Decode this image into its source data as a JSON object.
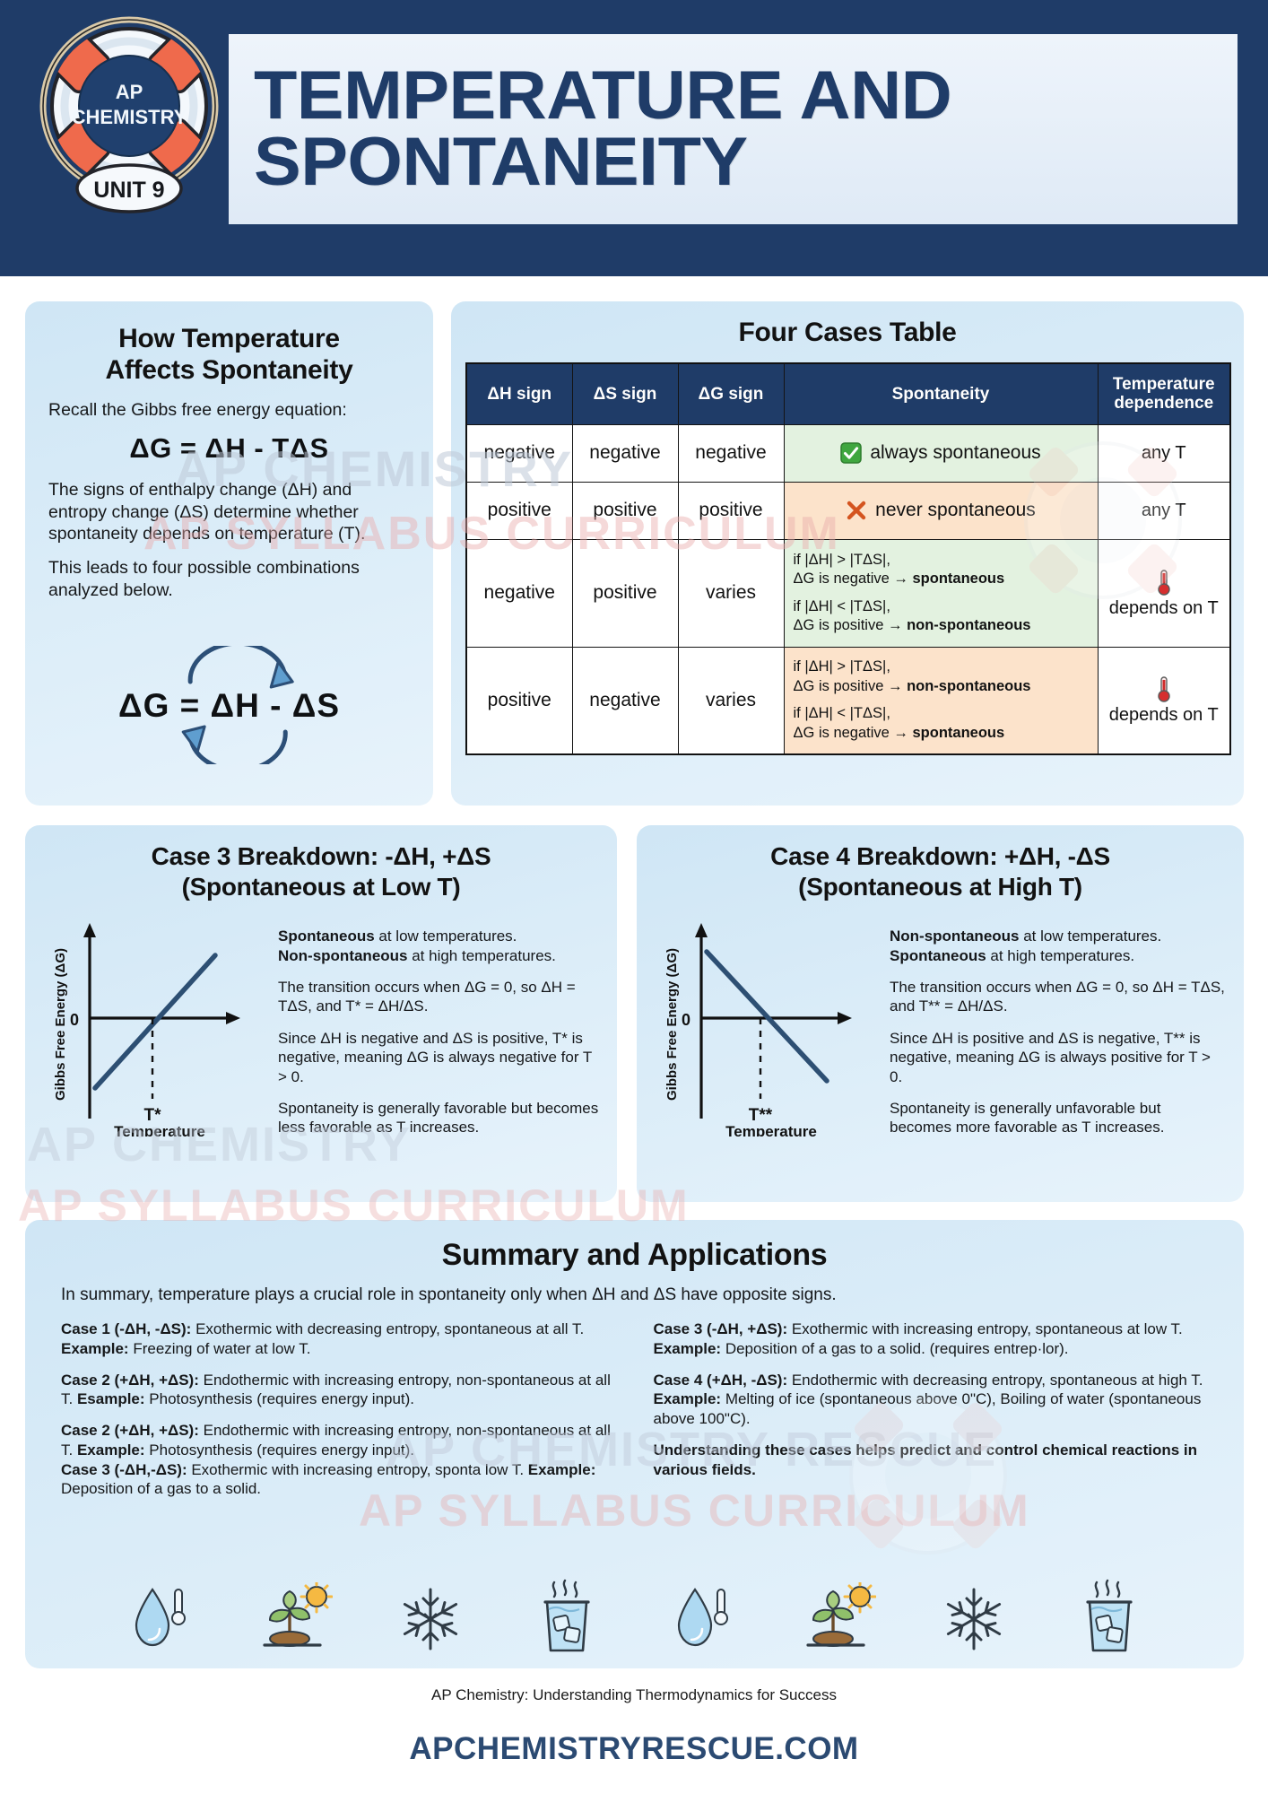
{
  "header": {
    "logo": {
      "line1": "AP",
      "line2": "CHEMISTRY",
      "unit": "UNIT 9"
    },
    "title_line1": "TEMPERATURE AND",
    "title_line2": "SPONTANEITY",
    "bg_color": "#1f3c68",
    "title_color": "#1f3c68"
  },
  "intro": {
    "title_line1": "How Temperature",
    "title_line2": "Affects Spontaneity",
    "recall": "Recall the Gibbs free energy equation:",
    "equation": "ΔG = ΔH - TΔS",
    "paragraph1": "The signs of enthalpy change (ΔH) and entropy change (ΔS) determine whether spontaneity depends on temperature (T).",
    "paragraph2": "This leads to four possible combinations analyzed below.",
    "cycle_equation": "ΔG = ΔH - ΔS"
  },
  "table": {
    "title": "Four Cases Table",
    "headers": [
      "ΔH sign",
      "ΔS sign",
      "ΔG sign",
      "Spontaneity",
      "Temperature dependence"
    ],
    "header_bg": "#1f3c68",
    "green_bg": "#e3f2e0",
    "orange_bg": "#fce3cb",
    "rows": [
      {
        "dh": "negative",
        "ds": "negative",
        "dg": "negative",
        "spont_icon": "check-icon",
        "spont_text": "always spontaneous",
        "spont_tone": "green",
        "tdep": "any T",
        "tdep_icon": null
      },
      {
        "dh": "positive",
        "ds": "positive",
        "dg": "positive",
        "spont_icon": "cross-icon",
        "spont_text": "never spontaneous",
        "spont_tone": "orange",
        "tdep": "any T",
        "tdep_icon": null
      },
      {
        "dh": "negative",
        "ds": "positive",
        "dg": "varies",
        "spont_tone": "green",
        "tdep": "depends on T",
        "tdep_icon": "thermometer-icon",
        "conditions": [
          {
            "cond": "if |ΔH| > |TΔS|,",
            "result_prefix": "ΔG is negative → ",
            "result_bold": "spontaneous"
          },
          {
            "cond": "if |ΔH| < |TΔS|,",
            "result_prefix": "ΔG is positive → ",
            "result_bold": "non-spontaneous"
          }
        ]
      },
      {
        "dh": "positive",
        "ds": "negative",
        "dg": "varies",
        "spont_tone": "orange",
        "tdep": "depends on T",
        "tdep_icon": "thermometer-icon",
        "conditions": [
          {
            "cond": "if |ΔH| > |TΔS|,",
            "result_prefix": "ΔG is positive → ",
            "result_bold": "non-spontaneous"
          },
          {
            "cond": "if |ΔH| < |TΔS|,",
            "result_prefix": "ΔG is negative → ",
            "result_bold": "spontaneous"
          }
        ]
      }
    ]
  },
  "case3": {
    "title_line1": "Case 3 Breakdown: -ΔH, +ΔS",
    "title_line2": "(Spontaneous at Low T)",
    "graph": {
      "ylabel": "Gibbs Free Energy (ΔG)",
      "xlabel": "Temperature",
      "zero_label": "0",
      "marker_label": "T*",
      "slope": "positive"
    },
    "notes": [
      {
        "bold1": "Spontaneous",
        "rest1": " at low temperatures.",
        "bold2": "Non-spontaneous",
        "rest2": " at high temperatures."
      },
      {
        "text": "The transition occurs when ΔG = 0, so ΔH = TΔS, and T* = ΔH/ΔS."
      },
      {
        "text": "Since ΔH is negative and ΔS is positive, T* is negative, meaning ΔG is always negative for T > 0."
      },
      {
        "text": "Spontaneity is generally favorable but becomes less favorable as T increases."
      }
    ]
  },
  "case4": {
    "title_line1": "Case 4 Breakdown: +ΔH, -ΔS",
    "title_line2": "(Spontaneous at High T)",
    "graph": {
      "ylabel": "Gibbs Free Energy (ΔG)",
      "xlabel": "Temperature",
      "zero_label": "0",
      "marker_label": "T**",
      "slope": "negative"
    },
    "notes": [
      {
        "bold1": "Non-spontaneous",
        "rest1": " at low temperatures.",
        "bold2": "Spontaneous",
        "rest2": " at high temperatures."
      },
      {
        "text": "The transition occurs when ΔG = 0, so ΔH = TΔS, and T** = ΔH/ΔS."
      },
      {
        "text": "Since ΔH is positive and ΔS is negative, T** is negative, meaning ΔG is always positive for T > 0."
      },
      {
        "text": "Spontaneity is generally unfavorable but becomes more favorable as T increases."
      }
    ]
  },
  "summary": {
    "title": "Summary and Applications",
    "intro": "In summary, temperature plays a crucial role in spontaneity only when ΔH and ΔS have opposite signs.",
    "left": [
      {
        "label": "Case 1 (-ΔH, -ΔS):",
        "body": " Exothermic with decreasing entropy, spontaneous at all T. ",
        "label2": "Example:",
        "body2": " Freezing of water at low T."
      },
      {
        "label": "Case 2 (+ΔH, +ΔS):",
        "body": " Endothermic with increasing entropy, non-spontaneous at all T. ",
        "label2": "Esample:",
        "body2": " Photosynthesis (requires energy input)."
      },
      {
        "label": "Case 2 (+ΔH, +ΔS):",
        "body": " Endothermic with increasing entropy, non-spontaneous at all T. ",
        "label2": "Example:",
        "body2": " Photosynthesis (requires energy input)."
      },
      {
        "label": "Case 3 (-ΔH,-ΔS):",
        "body": " Exothermic with increasing entropy, sponta low T. ",
        "label2": "Example:",
        "body2": " Deposition of a gas to a solid."
      }
    ],
    "right": [
      {
        "label": "Case 3 (-ΔH, +ΔS):",
        "body": " Exothermic with increasing entropy, spontaneous at low T. ",
        "label2": "Example:",
        "body2": " Deposition of a gas to a solid. (requires entrep·lor)."
      },
      {
        "label": "Case 4 (+ΔH, -ΔS):",
        "body": " Endothermic with decreasing entropy, spontaneous at high T. ",
        "label2": "Example:",
        "body2": " Melting of ice (spontaneous above 0\"C), Boiling of water (spontaneous above 100\"C)."
      }
    ],
    "closing": "Understanding these cases helps predict and control chemical reactions in various fields.",
    "icons": [
      "water-drop-thermometer-icon",
      "plant-sun-icon",
      "snowflake-icon",
      "glass-ice-icon",
      "water-drop-thermometer-icon",
      "plant-sun-icon",
      "snowflake-icon",
      "glass-ice-icon"
    ]
  },
  "footer": {
    "tagline": "AP Chemistry: Understanding Thermodynamics for Success",
    "site": "APCHEMISTRYRESCUE.COM"
  },
  "watermarks": {
    "w1": "AP CHEMISTRY",
    "w2": "AP SYLLABUS CURRICULUM",
    "w3": "AP CHEMISTRY",
    "w4": "AP SYLLABUS CURRICULUM",
    "w5": "AP CHEMISTRY RESCUE",
    "w6": "AP SYLLABUS CURRICULUM"
  }
}
